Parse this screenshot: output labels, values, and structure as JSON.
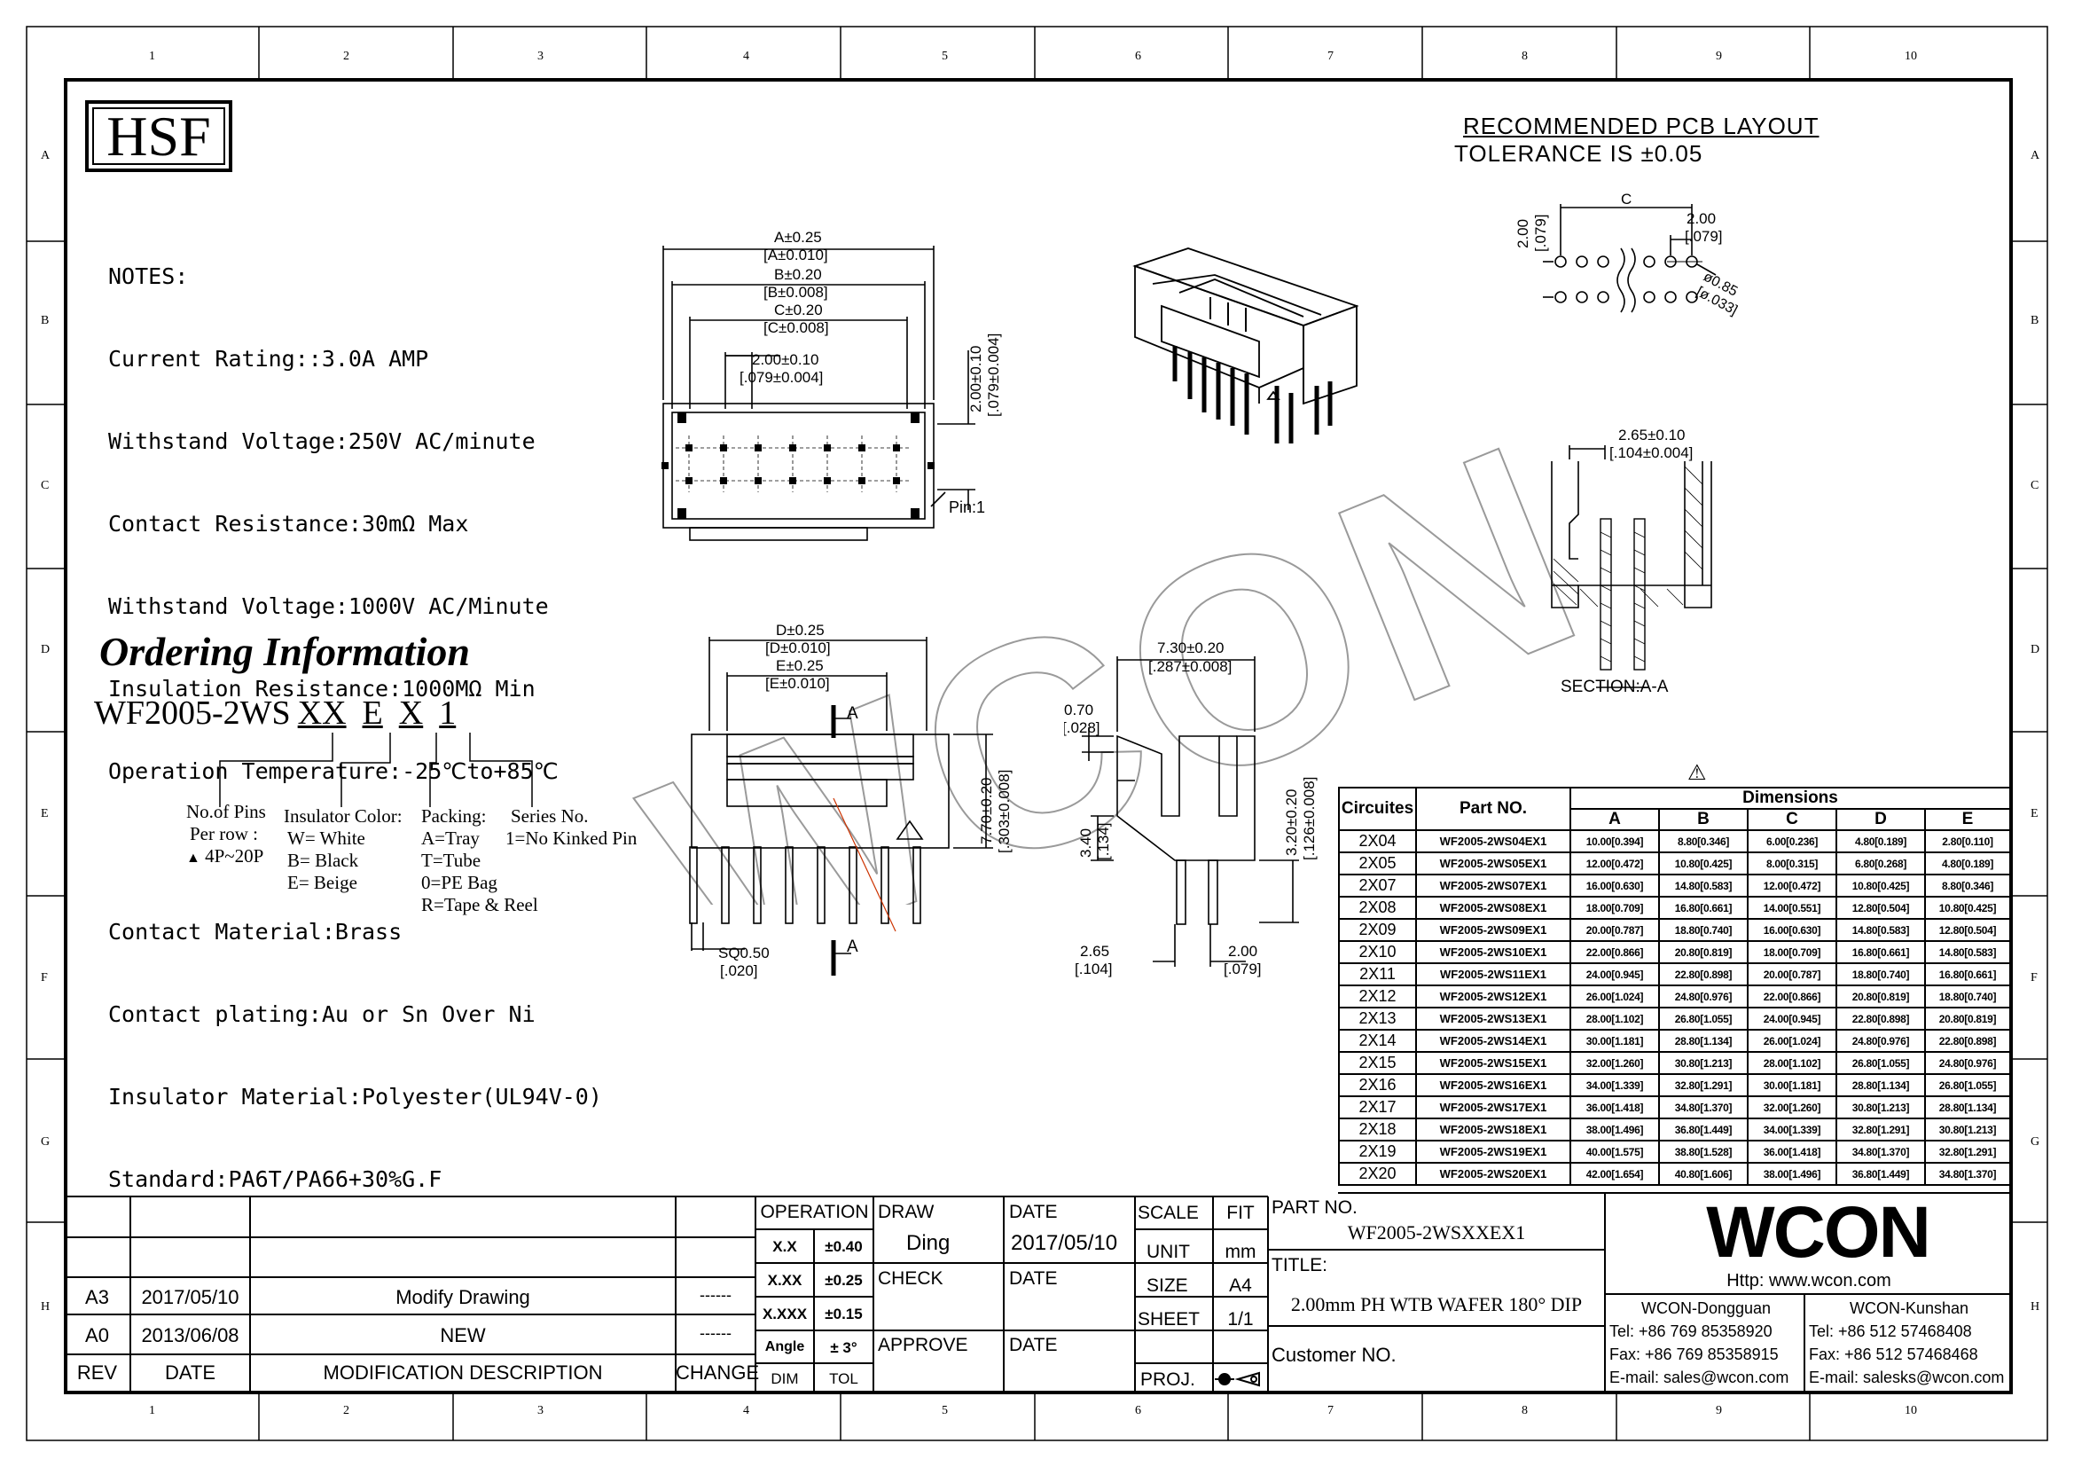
{
  "zones": {
    "columns": [
      "1",
      "2",
      "3",
      "4",
      "5",
      "6",
      "7",
      "8",
      "9",
      "10"
    ],
    "rows": [
      "A",
      "B",
      "C",
      "D",
      "E",
      "F",
      "G",
      "H"
    ]
  },
  "logo": {
    "hsf": "HSF",
    "watermark": "WCON",
    "brand": "WCON"
  },
  "notes": {
    "heading": "NOTES:",
    "lines": [
      "Current Rating::3.0A AMP",
      "Withstand Voltage:250V AC/minute",
      "Contact Resistance:30mΩ Max",
      "Withstand Voltage:1000V AC/Minute",
      "Insulation Resistance:1000MΩ Min",
      "Operation Temperature:-25℃to+85℃"
    ],
    "material_lines": [
      "Contact Material:Brass",
      "Contact plating:Au or Sn Over Ni",
      "Insulator Material:Polyester(UL94V-0)",
      "Standard:PA6T/PA66+30%G.F"
    ]
  },
  "ordering": {
    "title": "Ordering Information",
    "code_prefix": "WF2005-2WS",
    "code_parts": [
      "XX",
      "E",
      "X",
      "1"
    ],
    "pins": {
      "line1": "No.of Pins",
      "line2": "Per row :",
      "range": "4P~20P"
    },
    "insulator": {
      "heading": "Insulator Color:",
      "options": [
        "W= White",
        "B= Black",
        "E= Beige"
      ]
    },
    "packing": {
      "heading": "Packing:",
      "options": [
        "A=Tray",
        "T=Tube",
        "0=PE Bag",
        "R=Tape & Reel"
      ]
    },
    "series": {
      "heading": "Series No.",
      "options": [
        "1=No Kinked Pin"
      ]
    }
  },
  "pcb": {
    "title": "RECOMMENDED PCB LAYOUT",
    "tolerance": "TOLERANCE IS ±0.05",
    "dim_c": "C",
    "pitch_mm": "2.00",
    "pitch_in": "[.079]",
    "row_mm": "2.00",
    "row_in": "[.079]",
    "hole_mm": "ø0.85",
    "hole_in": "[ø.033]"
  },
  "top_view": {
    "a": "A±0.25",
    "a_in": "[A±0.010]",
    "b": "B±0.20",
    "b_in": "[B±0.008]",
    "c": "C±0.20",
    "c_in": "[C±0.008]",
    "p": "2.00±0.10",
    "p_in": "[.079±0.004]",
    "h": "2.00±0.10",
    "h_in": "[.079±0.004]",
    "pin1": "Pin:1"
  },
  "front_view": {
    "d": "D±0.25",
    "d_in": "[D±0.010]",
    "e": "E±0.25",
    "e_in": "[E±0.010]",
    "height": "7.70±0.20",
    "height_in": "[.303±0.008]",
    "sq": "SQ0.50",
    "sq_in": "[.020]",
    "section_mark": "A"
  },
  "side_view": {
    "width": "7.30±0.20",
    "width_in": "[.287±0.008]",
    "wall": "0.70",
    "wall_in": "[.028]",
    "h1": "3.40",
    "h1_in": "[.134]",
    "tail": "3.20±0.20",
    "tail_in": "[.126±0.008]",
    "off": "2.65",
    "off_in": "[.104]",
    "pitch": "2.00",
    "pitch_in": "[.079]"
  },
  "section": {
    "dim": "2.65±0.10",
    "dim_in": "[.104±0.004]",
    "label": "SECTION:A-A"
  },
  "dims_table": {
    "headers": {
      "circuits": "Circuites",
      "part": "Part NO.",
      "group": "Dimensions",
      "cols": [
        "A",
        "B",
        "C",
        "D",
        "E"
      ]
    },
    "rows": [
      {
        "c": "2X04",
        "p": "WF2005-2WS04EX1",
        "v": [
          "10.00[0.394]",
          "8.80[0.346]",
          "6.00[0.236]",
          "4.80[0.189]",
          "2.80[0.110]"
        ]
      },
      {
        "c": "2X05",
        "p": "WF2005-2WS05EX1",
        "v": [
          "12.00[0.472]",
          "10.80[0.425]",
          "8.00[0.315]",
          "6.80[0.268]",
          "4.80[0.189]"
        ]
      },
      {
        "c": "2X07",
        "p": "WF2005-2WS07EX1",
        "v": [
          "16.00[0.630]",
          "14.80[0.583]",
          "12.00[0.472]",
          "10.80[0.425]",
          "8.80[0.346]"
        ]
      },
      {
        "c": "2X08",
        "p": "WF2005-2WS08EX1",
        "v": [
          "18.00[0.709]",
          "16.80[0.661]",
          "14.00[0.551]",
          "12.80[0.504]",
          "10.80[0.425]"
        ]
      },
      {
        "c": "2X09",
        "p": "WF2005-2WS09EX1",
        "v": [
          "20.00[0.787]",
          "18.80[0.740]",
          "16.00[0.630]",
          "14.80[0.583]",
          "12.80[0.504]"
        ]
      },
      {
        "c": "2X10",
        "p": "WF2005-2WS10EX1",
        "v": [
          "22.00[0.866]",
          "20.80[0.819]",
          "18.00[0.709]",
          "16.80[0.661]",
          "14.80[0.583]"
        ]
      },
      {
        "c": "2X11",
        "p": "WF2005-2WS11EX1",
        "v": [
          "24.00[0.945]",
          "22.80[0.898]",
          "20.00[0.787]",
          "18.80[0.740]",
          "16.80[0.661]"
        ]
      },
      {
        "c": "2X12",
        "p": "WF2005-2WS12EX1",
        "v": [
          "26.00[1.024]",
          "24.80[0.976]",
          "22.00[0.866]",
          "20.80[0.819]",
          "18.80[0.740]"
        ]
      },
      {
        "c": "2X13",
        "p": "WF2005-2WS13EX1",
        "v": [
          "28.00[1.102]",
          "26.80[1.055]",
          "24.00[0.945]",
          "22.80[0.898]",
          "20.80[0.819]"
        ]
      },
      {
        "c": "2X14",
        "p": "WF2005-2WS14EX1",
        "v": [
          "30.00[1.181]",
          "28.80[1.134]",
          "26.00[1.024]",
          "24.80[0.976]",
          "22.80[0.898]"
        ]
      },
      {
        "c": "2X15",
        "p": "WF2005-2WS15EX1",
        "v": [
          "32.00[1.260]",
          "30.80[1.213]",
          "28.00[1.102]",
          "26.80[1.055]",
          "24.80[0.976]"
        ]
      },
      {
        "c": "2X16",
        "p": "WF2005-2WS16EX1",
        "v": [
          "34.00[1.339]",
          "32.80[1.291]",
          "30.00[1.181]",
          "28.80[1.134]",
          "26.80[1.055]"
        ]
      },
      {
        "c": "2X17",
        "p": "WF2005-2WS17EX1",
        "v": [
          "36.00[1.418]",
          "34.80[1.370]",
          "32.00[1.260]",
          "30.80[1.213]",
          "28.80[1.134]"
        ]
      },
      {
        "c": "2X18",
        "p": "WF2005-2WS18EX1",
        "v": [
          "38.00[1.496]",
          "36.80[1.449]",
          "34.00[1.339]",
          "32.80[1.291]",
          "30.80[1.213]"
        ]
      },
      {
        "c": "2X19",
        "p": "WF2005-2WS19EX1",
        "v": [
          "40.00[1.575]",
          "38.80[1.528]",
          "36.00[1.418]",
          "34.80[1.370]",
          "32.80[1.291]"
        ]
      },
      {
        "c": "2X20",
        "p": "WF2005-2WS20EX1",
        "v": [
          "42.00[1.654]",
          "40.80[1.606]",
          "38.00[1.496]",
          "36.80[1.449]",
          "34.80[1.370]"
        ]
      }
    ]
  },
  "title_block": {
    "revisions": [
      {
        "rev": "A3",
        "date": "2017/05/10",
        "desc": "Modify Drawing",
        "change": "------"
      },
      {
        "rev": "A0",
        "date": "2013/06/08",
        "desc": "NEW",
        "change": "------"
      }
    ],
    "headers": {
      "rev": "REV",
      "date": "DATE",
      "desc": "MODIFICATION DESCRIPTION",
      "change": "CHANGE"
    },
    "operation": "OPERATION",
    "tolerances": [
      {
        "k": "X.X",
        "v": "±0.40"
      },
      {
        "k": "X.XX",
        "v": "±0.25"
      },
      {
        "k": "X.XXX",
        "v": "±0.15"
      },
      {
        "k": "Angle",
        "v": "± 3°"
      }
    ],
    "dim": "DIM",
    "tol": "TOL",
    "draw": "DRAW",
    "drawer": "Ding",
    "check": "CHECK",
    "approve": "APPROVE",
    "date_label": "DATE",
    "date_value": "2017/05/10",
    "scale": "SCALE",
    "scale_value": "FIT",
    "unit": "UNIT",
    "unit_value": "mm",
    "size": "SIZE",
    "size_value": "A4",
    "sheet": "SHEET",
    "sheet_value": "1/1",
    "proj": "PROJ.",
    "part_no_label": "PART NO.",
    "part_no": "WF2005-2WSXXEX1",
    "title_label": "TITLE:",
    "title": "2.00mm PH WTB WAFER 180° DIP",
    "customer_label": "Customer NO.",
    "http": "Http: www.wcon.com",
    "office1": {
      "name": "WCON-Dongguan",
      "tel": "Tel: +86 769 85358920",
      "fax": "Fax: +86 769 85358915",
      "email": "E-mail: sales@wcon.com"
    },
    "office2": {
      "name": "WCON-Kunshan",
      "tel": "Tel: +86 512 57468408",
      "fax": "Fax: +86 512 57468468",
      "email": "E-mail: salesks@wcon.com"
    }
  }
}
